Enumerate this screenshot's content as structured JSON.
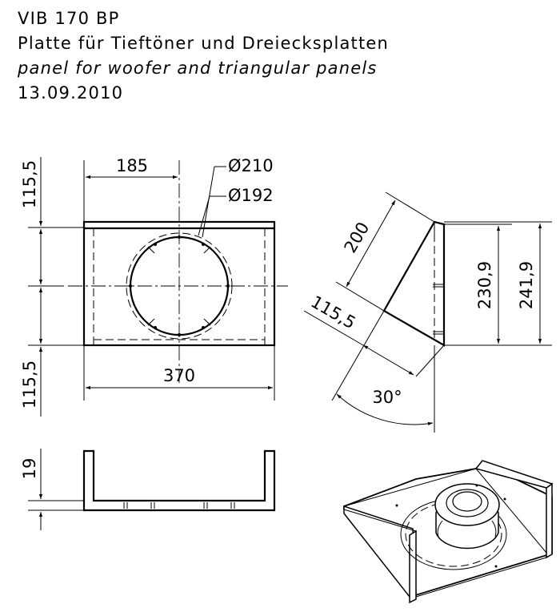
{
  "header": {
    "line1": "VIB 170 BP",
    "line2": "Platte für Tieftöner und Dreiecksplatten",
    "line3": "panel for woofer and triangular panels",
    "line4": "13.09.2010"
  },
  "dims": {
    "d185": "185",
    "dia210": "Ø210",
    "dia192": "Ø192",
    "d115_top": "115,5",
    "d115_bottom": "115,5",
    "d370": "370",
    "d200": "200",
    "d115_side": "115,5",
    "d230": "230,9",
    "d241": "241,9",
    "angle30": "30°",
    "d19": "19"
  }
}
